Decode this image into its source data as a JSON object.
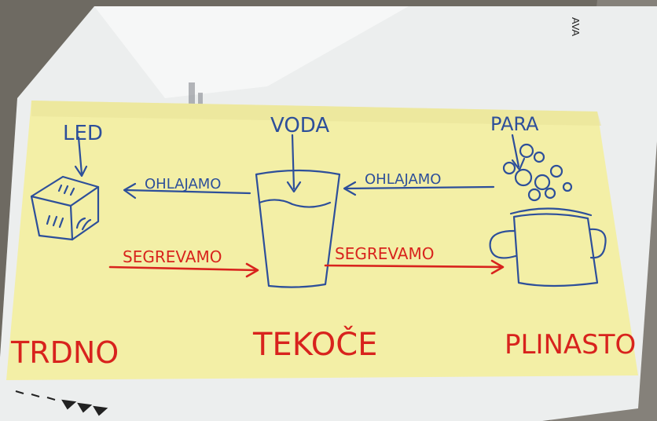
{
  "background_paper": {
    "edge_text": "AVA"
  },
  "note": {
    "labels": {
      "ice": "LED",
      "water": "VODA",
      "steam": "PARA"
    },
    "arrows": {
      "cool_left": "OHLAJAMO",
      "cool_right": "OHLAJAMO",
      "heat_left": "SEGREVAMO",
      "heat_right": "SEGREVAMO"
    },
    "states": {
      "solid": "TRDNO",
      "liquid": "TEKOČE",
      "gas": "PLINASTO"
    }
  },
  "colors": {
    "note_yellow": "#f3efa6",
    "blue_ink": "#2d4f9a",
    "red_ink": "#d8231d"
  }
}
